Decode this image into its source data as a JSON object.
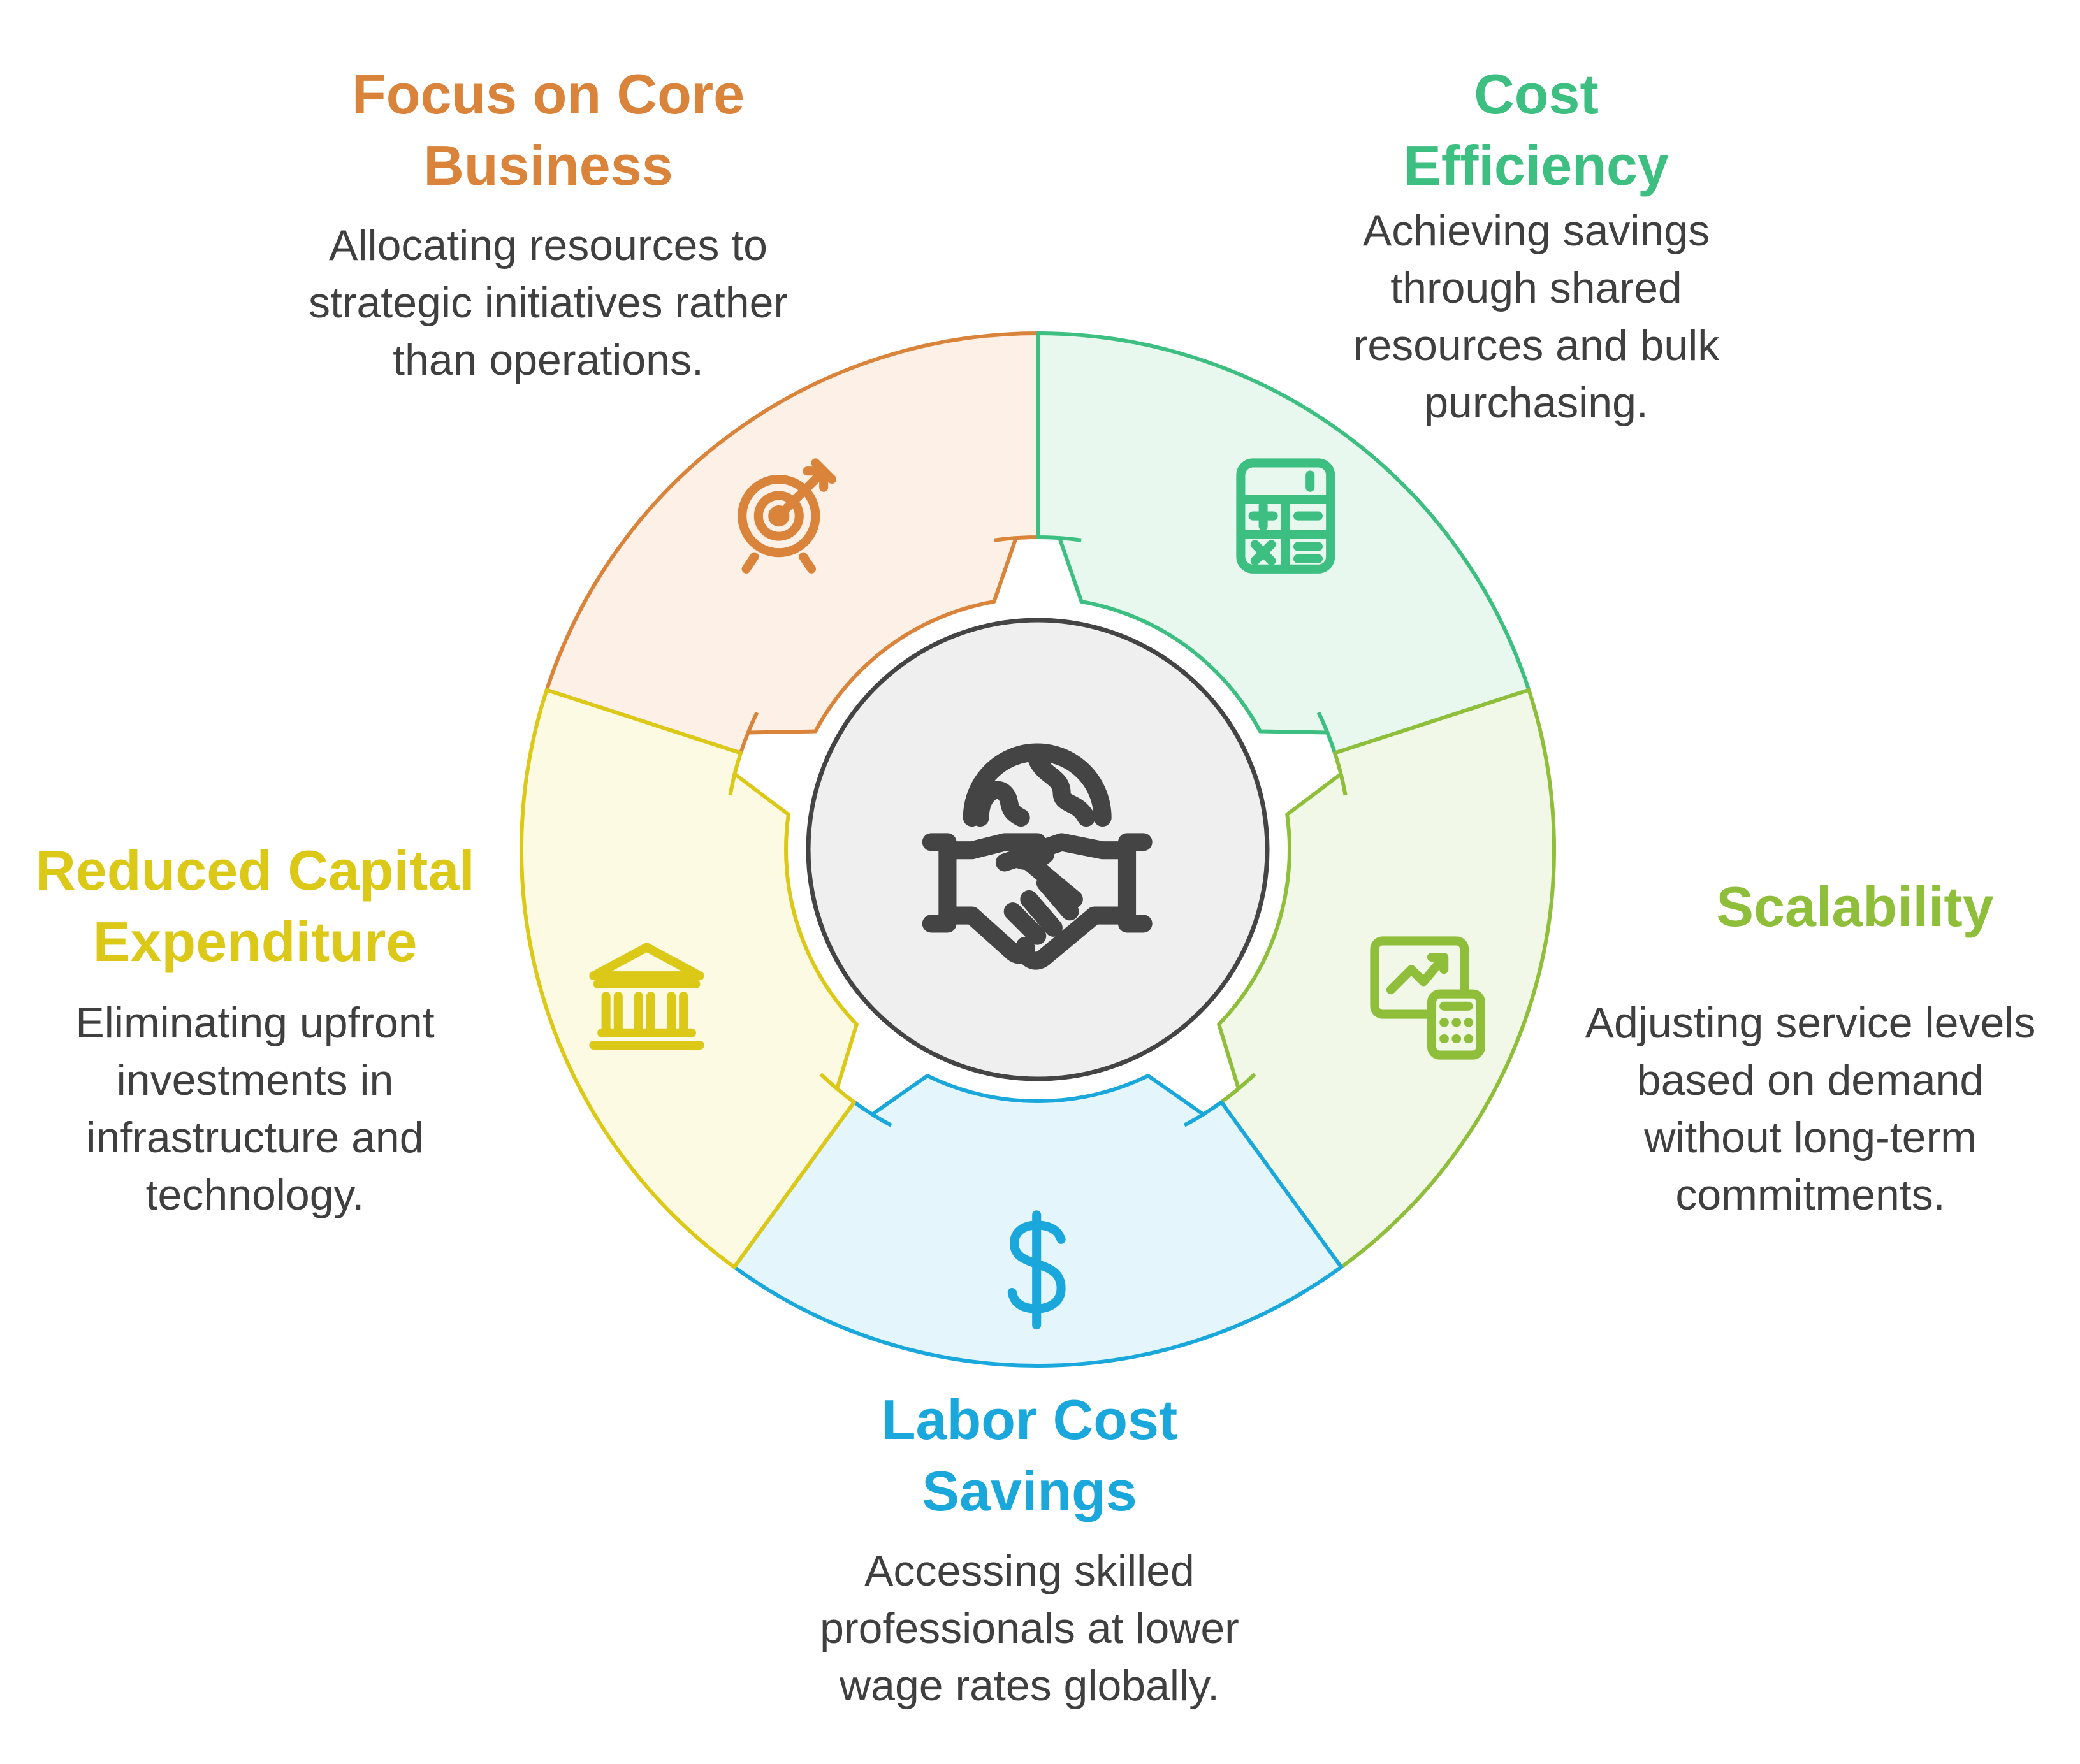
{
  "colors": {
    "focus": "#d9843a",
    "cost": "#3cbf80",
    "scalability": "#8fbf3a",
    "labor": "#1aa8dc",
    "capital": "#dcc817",
    "hub": "#444444",
    "hub_fill": "#efefef"
  },
  "hub": {
    "icon": "handshake-globe-icon"
  },
  "segments": [
    {
      "key": "focus",
      "title": "Focus on Core Business",
      "description": "Allocating resources to strategic initiatives rather than operations.",
      "icon": "target-arrow-icon"
    },
    {
      "key": "cost",
      "title": "Cost Efficiency",
      "description": "Achieving savings through shared resources and bulk purchasing.",
      "icon": "calculator-icon"
    },
    {
      "key": "scalability",
      "title": "Scalability",
      "description": "Adjusting service levels based on demand without long-term commitments.",
      "icon": "chart-calculator-icon"
    },
    {
      "key": "labor",
      "title": "Labor Cost Savings",
      "description": "Accessing skilled professionals at lower wage rates globally.",
      "icon": "dollar-icon"
    },
    {
      "key": "capital",
      "title": "Reduced Capital Expenditure",
      "description": "Eliminating upfront investments in infrastructure and technology.",
      "icon": "bank-icon"
    }
  ]
}
